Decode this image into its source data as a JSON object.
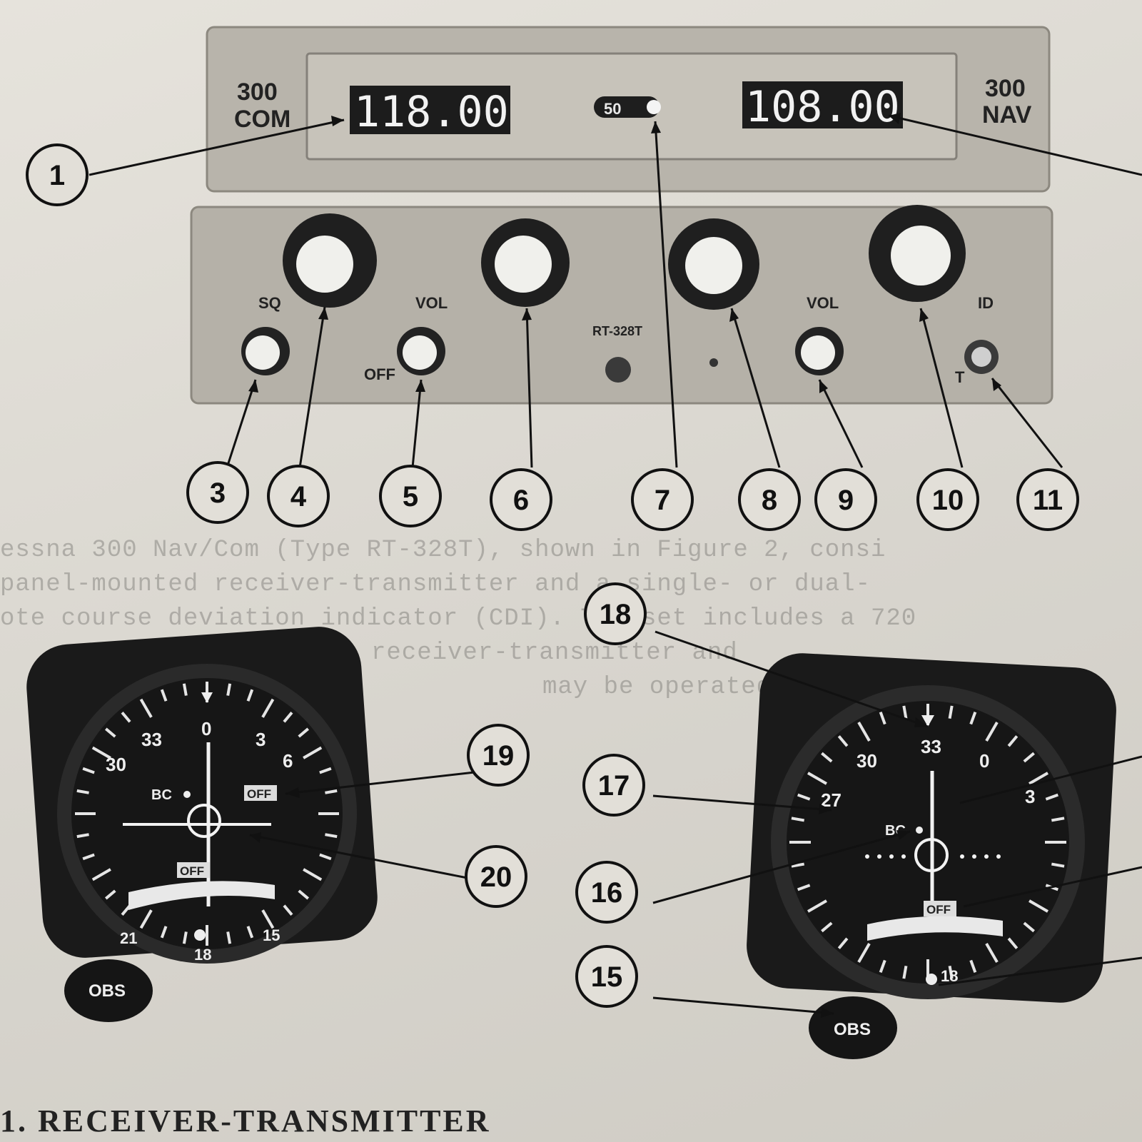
{
  "radio": {
    "com_label_line1": "300",
    "com_label_line2": "COM",
    "nav_label_line1": "300",
    "nav_label_line2": "NAV",
    "com_frequency": "118.00",
    "nav_frequency": "108.00",
    "switch_label": "50",
    "sq_label": "SQ",
    "com_vol_label": "VOL",
    "off_label": "OFF",
    "model_label": "RT-328T",
    "nav_vol_label": "VOL",
    "id_label": "ID",
    "t_label": "T"
  },
  "callouts": [
    "1",
    "3",
    "4",
    "5",
    "6",
    "7",
    "8",
    "9",
    "10",
    "11",
    "15",
    "16",
    "17",
    "18",
    "19",
    "20"
  ],
  "indicator_left": {
    "compass_labels": [
      "0",
      "3",
      "6",
      "33",
      "30",
      "21",
      "18",
      "15"
    ],
    "bc_label": "BC",
    "off_flag_upper": "OFF",
    "off_flag_lower": "OFF",
    "obs_label": "OBS"
  },
  "indicator_right": {
    "compass_labels": [
      "0",
      "3",
      "33",
      "30",
      "27",
      "18"
    ],
    "bc_label": "BC",
    "off_flag": "OFF",
    "obs_label": "OBS"
  },
  "body_text_lines": [
    "essna 300 Nav/Com (Type RT-328T), shown in Figure 2, consi",
    "panel-mounted receiver-transmitter and a single- or dual-",
    "ote course deviation indicator (CDI). The set includes a 720",
    "receiver-transmitter and",
    "may be operated"
  ],
  "caption_text": "1.  RECEIVER-TRANSMITTER"
}
